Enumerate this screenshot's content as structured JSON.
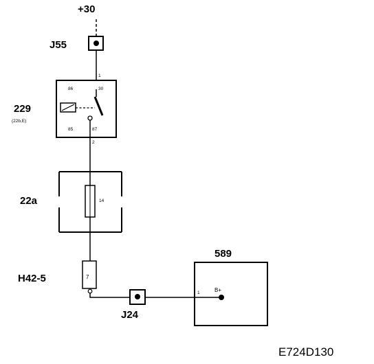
{
  "supply": {
    "label": "+30"
  },
  "connector_j55": {
    "label": "J55",
    "pin": "1"
  },
  "relay": {
    "id": "229",
    "sub_label": "(22b,E)",
    "pins": {
      "p86": "86",
      "p30": "30",
      "p85": "85",
      "p87": "87"
    },
    "out_pin": "2"
  },
  "fuse_box": {
    "id": "22a",
    "fuse": "14"
  },
  "connector_h42": {
    "label": "H42-5",
    "pin": "7"
  },
  "connector_j24": {
    "label": "J24"
  },
  "component_589": {
    "id": "589",
    "pin": "1",
    "terminal": "B+"
  },
  "figure_code": "E724D130",
  "colors": {
    "line": "#000000",
    "background": "#ffffff"
  }
}
